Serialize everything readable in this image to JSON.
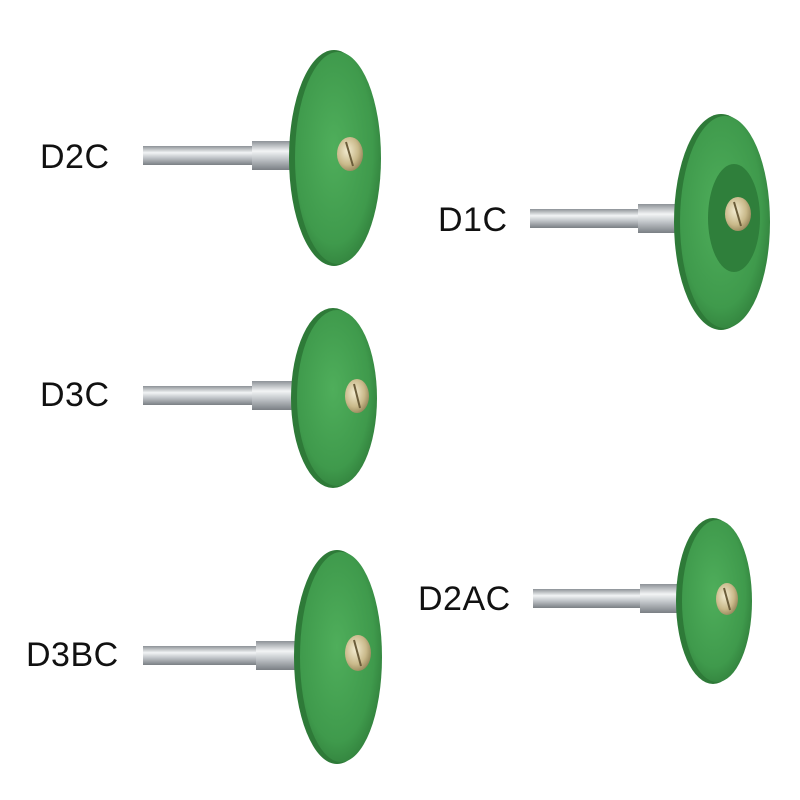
{
  "products": [
    {
      "id": "d2c",
      "label": "D2C"
    },
    {
      "id": "d1c",
      "label": "D1C"
    },
    {
      "id": "d3c",
      "label": "D3C"
    },
    {
      "id": "d3bc",
      "label": "D3BC"
    },
    {
      "id": "d2ac",
      "label": "D2AC"
    }
  ],
  "colors": {
    "disc": "#3f9a4c",
    "disc_dark": "#2f7f3b",
    "shaft": "#c9cdd1",
    "screw": "#c9b98a"
  }
}
